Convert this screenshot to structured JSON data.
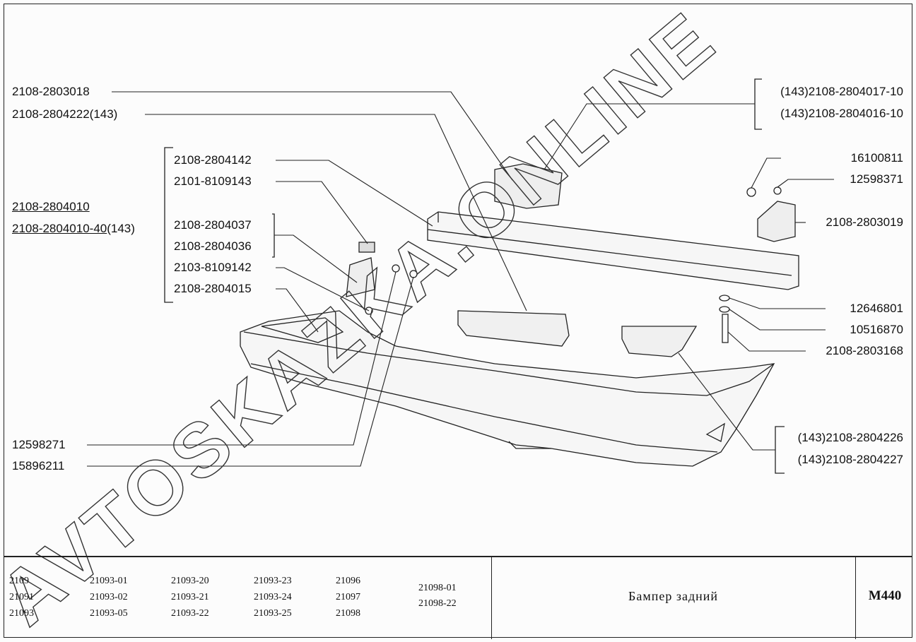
{
  "watermark": "AVTOSKAZKA.ONLINE",
  "labels_left": {
    "l1": "2108-2803018",
    "l2": "2108-2804222(143)",
    "l3": "2108-2804142",
    "l4": "2101-8109143",
    "l5a": "2108-2804010",
    "l6a": "2108-2804010-40",
    "l6b": "(143)",
    "l7": "2108-2804037",
    "l8": "2108-2804036",
    "l9": "2103-8109142",
    "l10": "2108-2804015",
    "l11": "12598271",
    "l12": "15896211"
  },
  "labels_right": {
    "r1": "(143)2108-2804017-10",
    "r2": "(143)2108-2804016-10",
    "r3": "16100811",
    "r4": "12598371",
    "r5": "2108-2803019",
    "r6": "12646801",
    "r7": "10516870",
    "r8": "2108-2803168",
    "r9": "(143)2108-2804226",
    "r10": "(143)2108-2804227"
  },
  "models": [
    [
      "2109",
      "21091",
      "21093"
    ],
    [
      "21093-01",
      "21093-02",
      "21093-05"
    ],
    [
      "21093-20",
      "21093-21",
      "21093-22"
    ],
    [
      "21093-23",
      "21093-24",
      "21093-25"
    ],
    [
      "21096",
      "21097",
      "21098"
    ],
    [
      "21098-01",
      "21098-22"
    ]
  ],
  "title": "Бампер задний",
  "code": "M440"
}
